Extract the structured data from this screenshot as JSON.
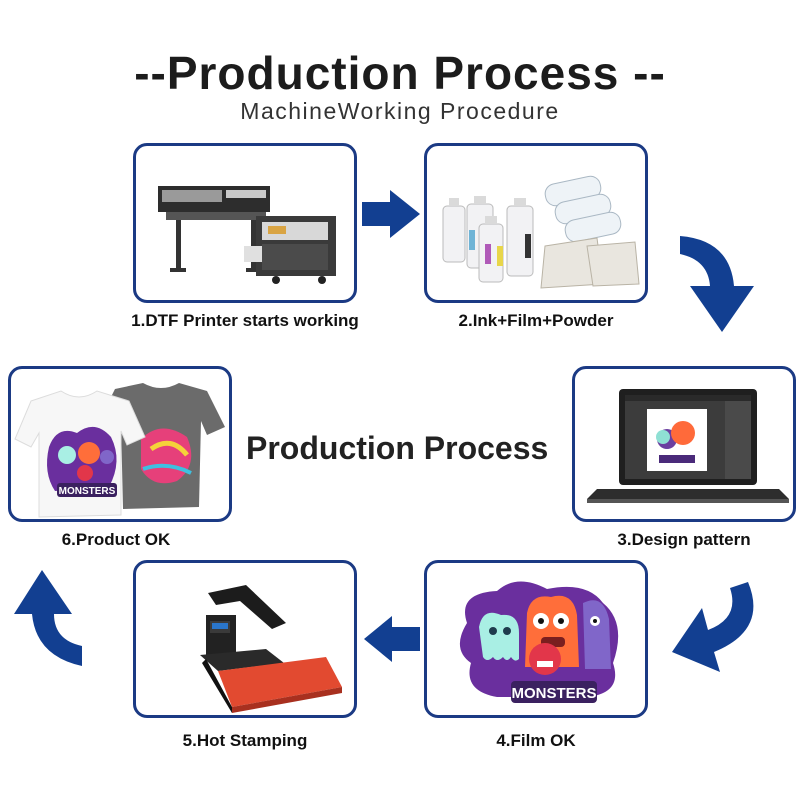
{
  "header": {
    "title": "--Production Process --",
    "subtitle": "MachineWorking Procedure"
  },
  "center_title": "Production Process",
  "steps": [
    {
      "label": "1.DTF Printer starts working"
    },
    {
      "label": "2.Ink+Film+Powder"
    },
    {
      "label": "3.Design pattern"
    },
    {
      "label": "4.Film OK"
    },
    {
      "label": "5.Hot Stamping"
    },
    {
      "label": "6.Product OK"
    }
  ],
  "artwork": {
    "brand_text": "MONSTERS",
    "shirt_print_text": "MONSTERS"
  },
  "colors": {
    "card_border": "#1b3a84",
    "arrow": "#123f91"
  }
}
